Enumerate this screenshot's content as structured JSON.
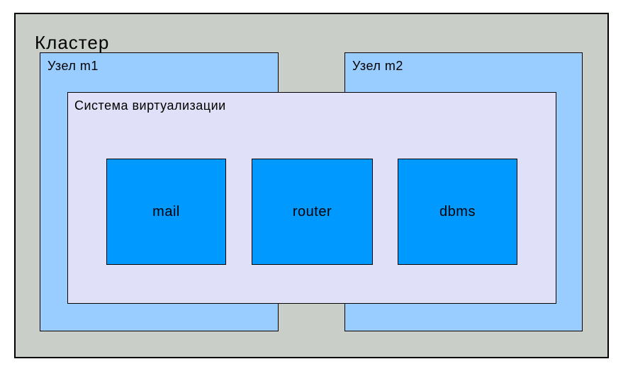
{
  "diagram": {
    "cluster": {
      "label": "Кластер"
    },
    "nodes": [
      {
        "label": "Узел m1"
      },
      {
        "label": "Узел m2"
      }
    ],
    "virtualization": {
      "label": "Система виртуализации"
    },
    "vms": [
      {
        "label": "mail"
      },
      {
        "label": "router"
      },
      {
        "label": "dbms"
      }
    ]
  },
  "colors": {
    "cluster_fill": "#C9CFC8",
    "node_fill": "#99CCFF",
    "virtualization_fill": "#E0E0F8",
    "vm_fill": "#0099FF",
    "border": "#000000"
  }
}
